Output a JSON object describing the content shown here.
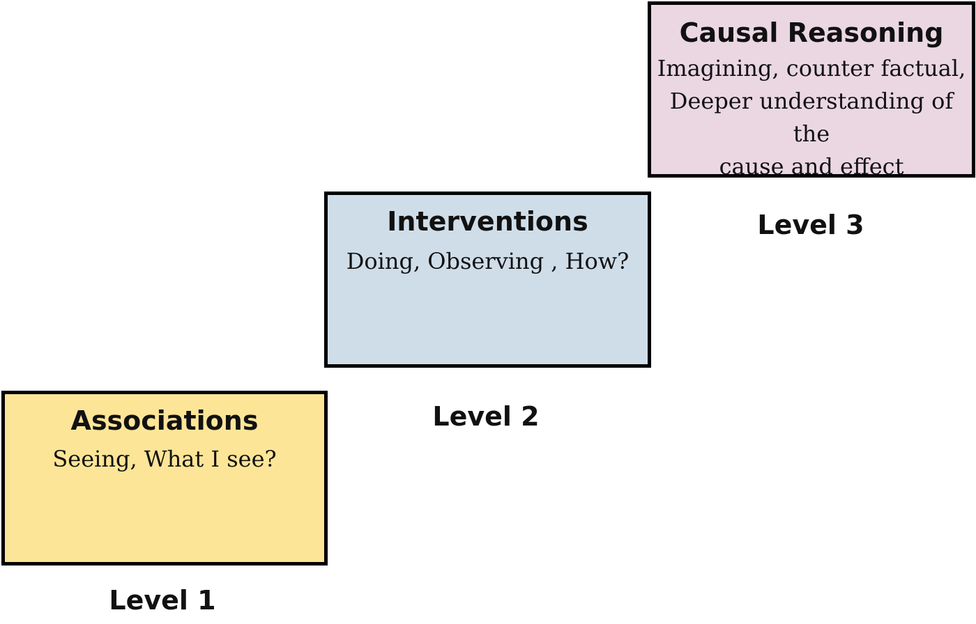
{
  "levels": [
    {
      "title": "Associations",
      "description": "Seeing, What I see?",
      "level_label": "Level 1",
      "fill_color": "#fde598"
    },
    {
      "title": "Interventions",
      "description": "Doing,  Observing , How?",
      "level_label": "Level 2",
      "fill_color": "#cfdde9"
    },
    {
      "title": "Causal Reasoning",
      "description": "Imagining, counter factual,\nDeeper understanding of the\ncause and effect",
      "level_label": "Level 3",
      "fill_color": "#ead7e2"
    }
  ]
}
